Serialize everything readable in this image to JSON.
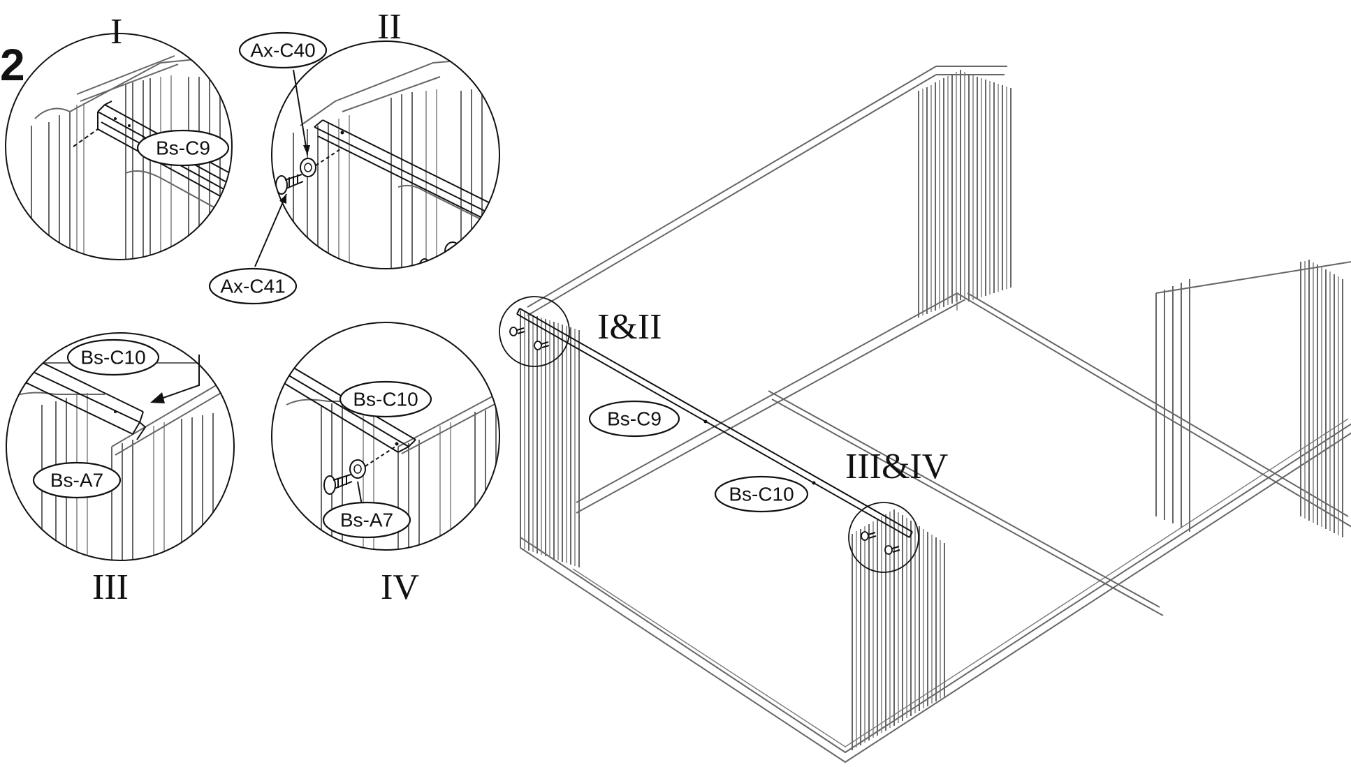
{
  "step_number": "2",
  "detail_views": [
    {
      "id": "I",
      "title": "I",
      "parts": [
        "Bs-C9"
      ]
    },
    {
      "id": "II",
      "title": "II",
      "parts": [
        "Ax-C40",
        "Ax-C41"
      ]
    },
    {
      "id": "III",
      "title": "III",
      "parts": [
        "Bs-C10",
        "Bs-A7"
      ]
    },
    {
      "id": "IV",
      "title": "IV",
      "parts": [
        "Bs-C10",
        "Bs-A7"
      ]
    }
  ],
  "main_view": {
    "callouts": [
      "I&II",
      "III&IV"
    ],
    "parts": [
      "Bs-C9",
      "Bs-C10"
    ]
  }
}
